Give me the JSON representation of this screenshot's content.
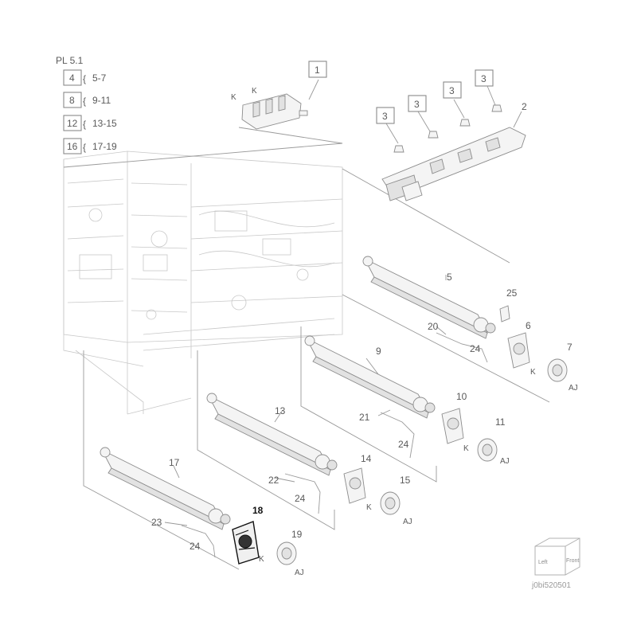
{
  "plate": {
    "title": "PL 5.1",
    "refs": [
      {
        "num": "4",
        "range": "5-7"
      },
      {
        "num": "8",
        "range": "9-11"
      },
      {
        "num": "12",
        "range": "13-15"
      },
      {
        "num": "16",
        "range": "17-19"
      }
    ]
  },
  "callouts": {
    "c1": "1",
    "c2": "2",
    "c3": "3",
    "c5": "5",
    "c6": "6",
    "c7": "7",
    "c9": "9",
    "c10": "10",
    "c11": "11",
    "c13": "13",
    "c14": "14",
    "c15": "15",
    "c17": "17",
    "c18": "18",
    "c19": "19",
    "c20": "20",
    "c21": "21",
    "c22": "22",
    "c23": "23",
    "c24": "24",
    "c25": "25"
  },
  "markers": {
    "k": "K",
    "aj": "AJ"
  },
  "orientation": {
    "left": "Left",
    "front": "Front"
  },
  "figure_id": "j0bi520501",
  "colors": {
    "line": "#8c8c8c",
    "frame": "#c8c8c8",
    "highlight": "#111111"
  }
}
